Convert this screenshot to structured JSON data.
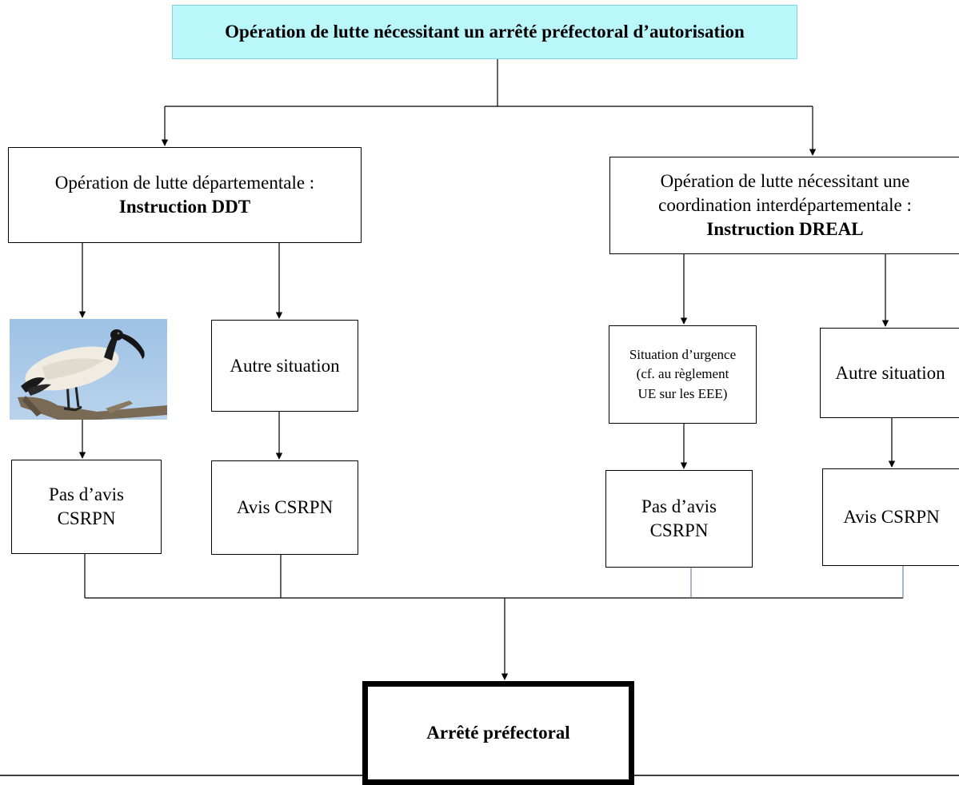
{
  "diagram": {
    "top_title": "Opération de lutte nécessitant un arrêté préfectoral d’autorisation",
    "ddt": {
      "line1": "Opération de lutte départementale :",
      "line2": "Instruction DDT"
    },
    "dreal": {
      "line1": "Opération de lutte nécessitant une",
      "line2": "coordination interdépartementale :",
      "line3": "Instruction DREAL"
    },
    "other_situation_left": "Autre situation",
    "urgence": {
      "line1": "Situation d’urgence",
      "line2": "(cf. au règlement",
      "line3": "UE sur les EEE)"
    },
    "other_situation_right": "Autre situation",
    "no_avis_left": {
      "line1": "Pas d’avis",
      "line2": "CSRPN"
    },
    "avis_left": "Avis CSRPN",
    "no_avis_right": {
      "line1": "Pas d’avis",
      "line2": "CSRPN"
    },
    "avis_right": "Avis CSRPN",
    "final": "Arrêté préfectoral"
  },
  "colors": {
    "top_fill": "#b9f7fb",
    "top_border": "#7fd6de",
    "connector_blue": "#4a6fa5",
    "sky": "#a9c8e6"
  },
  "image": {
    "subject": "sacred-ibis-photo"
  }
}
